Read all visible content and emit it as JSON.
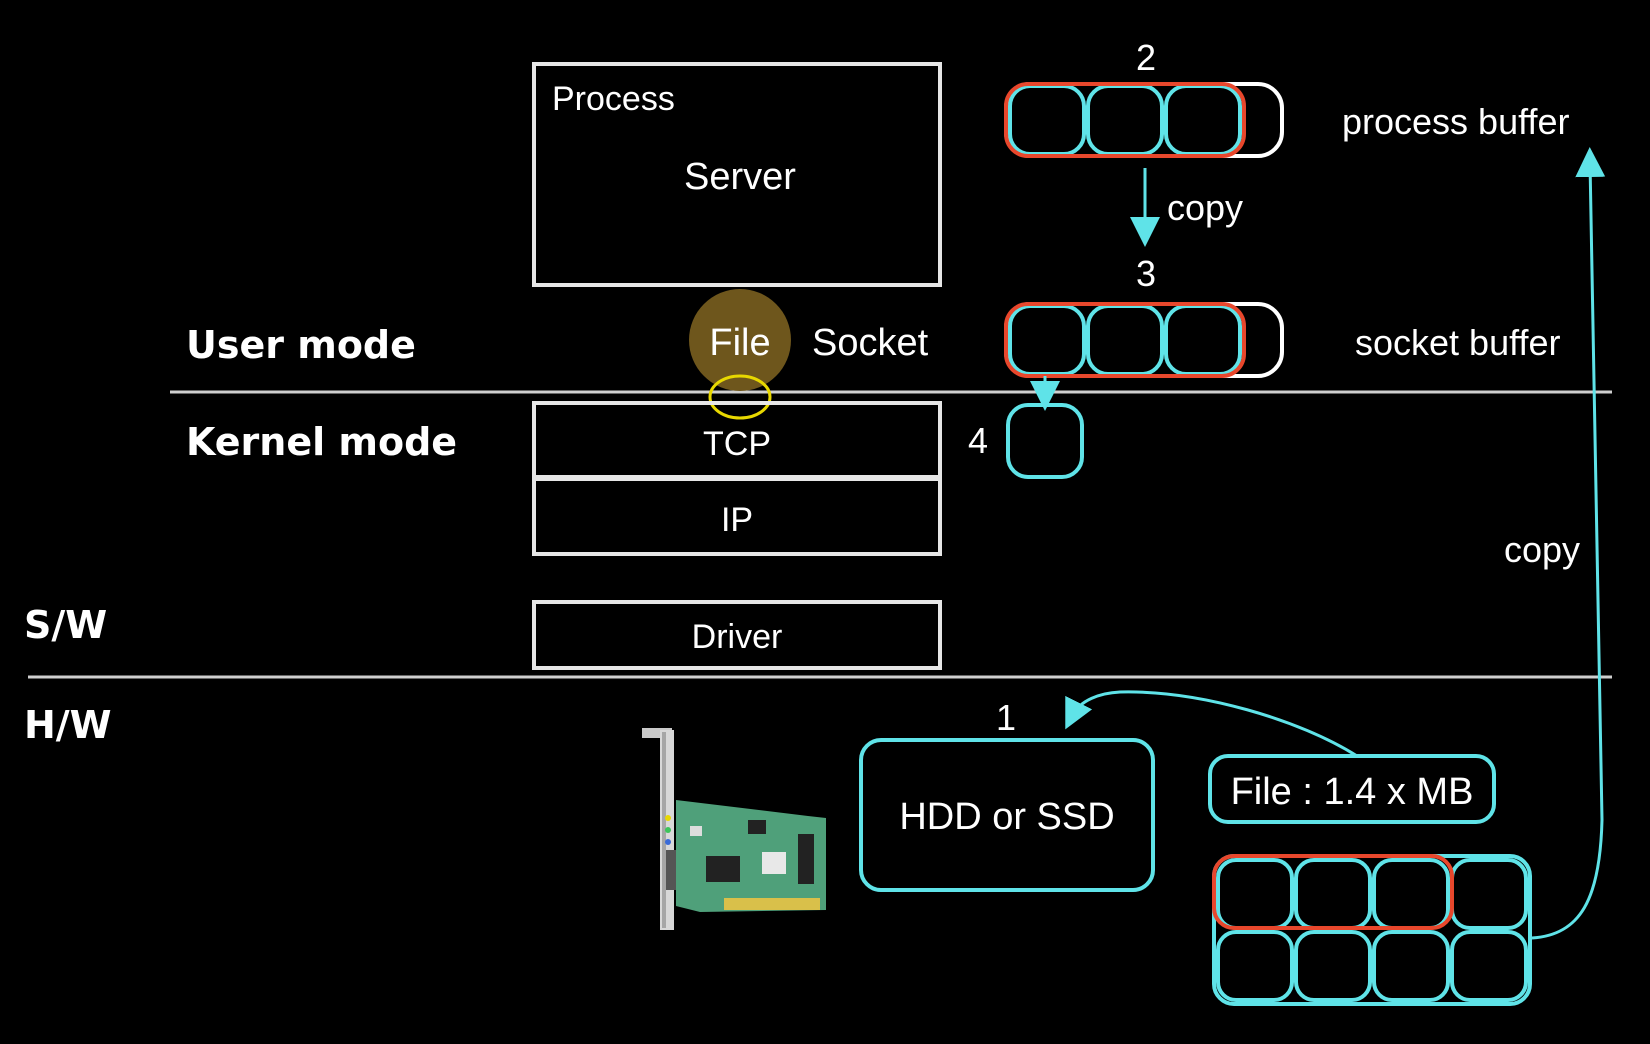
{
  "labels": {
    "process": "Process",
    "server": "Server",
    "user_mode": "User mode",
    "kernel_mode": "Kernel mode",
    "file": "File",
    "socket": "Socket",
    "tcp": "TCP",
    "ip": "IP",
    "sw": "S/W",
    "hw": "H/W",
    "driver": "Driver",
    "hdd": "HDD or SSD",
    "file_size": "File : 1.4 x MB",
    "process_buffer": "process buffer",
    "socket_buffer": "socket buffer",
    "copy_top": "copy",
    "copy_right": "copy",
    "step1": "1",
    "step2": "2",
    "step3": "3",
    "step4": "4"
  },
  "colors": {
    "background": "#000000",
    "box_stroke": "#e6e6e6",
    "cyan": "#5fe3e8",
    "red": "#e8472c",
    "highlight_fill": "#6e561c",
    "highlight_ring": "#e8d800",
    "divider": "#cfcfcf"
  },
  "icons": {
    "nic": "network-interface-card-icon"
  }
}
